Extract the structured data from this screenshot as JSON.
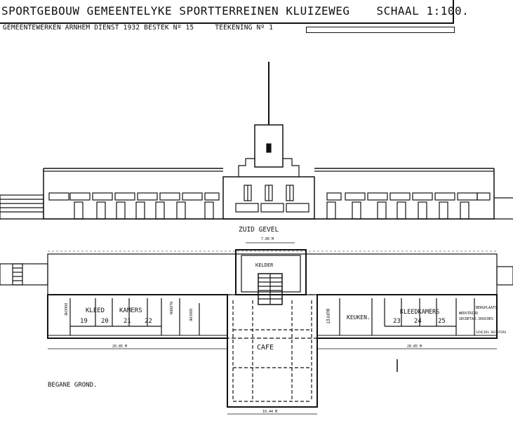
{
  "title": "SPORTGEBOUW GEMEENTELYKE SPORTTERREINEN KLUIZEWEG",
  "scale": "SCHAAL 1:100.",
  "subtitle": "GEMEENTEWERKEN ARNHEM DIENST 1932 BESTEK Nº 15",
  "sheet": "TEEKENING Nº 1",
  "elevation_label": "ZUID GEVEL",
  "plan_label": "BEGANE GROND.",
  "rooms": {
    "kelder": "KELDER",
    "kleed": "KLEED",
    "kamers_left": "KAMERS",
    "n19": "19",
    "n20": "20",
    "n21": "21",
    "n22": "22",
    "buffet": "BUFFET",
    "keuken": "KEUKEN.",
    "kleedkamers": "KLEEDKAMERS",
    "n23": "23",
    "n24": "24",
    "n25": "25",
    "cafe": "CAFE",
    "wedstrijd": "WEDSTRIJD",
    "secretariaat": "SECRETAR.",
    "bergplaats": "BERGPLAATS",
    "douches": "DOUCHES",
    "scheidsrechters": "SCHEIDS RECHTERS",
    "douche_left": "DOUCHE",
    "kleden": "KLEDEN",
    "douche_mid": "DOUCHE"
  },
  "dims": {
    "d_top": "7.80 M",
    "d_left": "20.85 M",
    "d_right": "20.85 M",
    "d_cafe": "10.44 M"
  }
}
